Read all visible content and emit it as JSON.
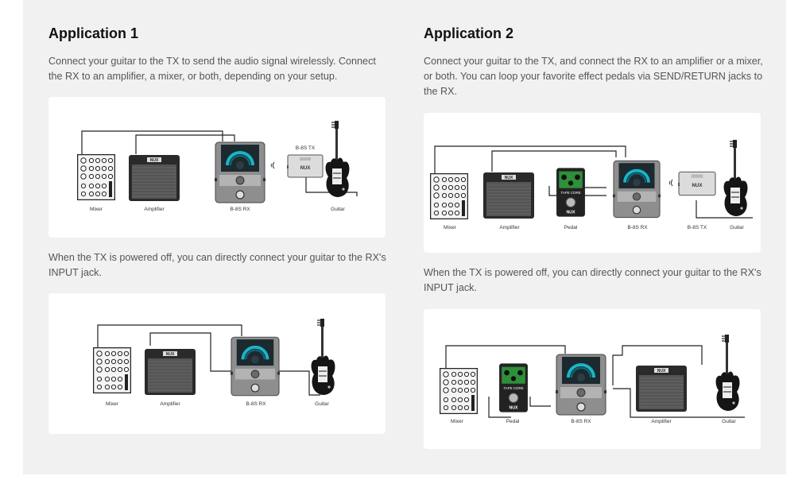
{
  "app1": {
    "title": "Application 1",
    "description": "Connect your guitar to the TX to send the audio signal wirelessly. Connect the RX to an amplifier, a mixer, or both, depending on your setup.",
    "note": "When the TX is powered off, you can directly connect your guitar to the RX's INPUT jack.",
    "diagram1": {
      "labels": {
        "mixer": "Mixer",
        "amplifier": "Amplifier",
        "rx": "B-8S RX",
        "guitar": "Guitar",
        "tx": "B-8S TX"
      }
    },
    "diagram2": {
      "labels": {
        "mixer": "Mixer",
        "amplifier": "Amplifier",
        "rx": "B-8S RX",
        "guitar": "Guitar"
      }
    }
  },
  "app2": {
    "title": "Application 2",
    "description": "Connect your guitar to the TX, and connect the RX to an amplifier or a mixer, or both. You can loop your favorite effect pedals via SEND/RETURN jacks to the RX.",
    "note": "When the TX is powered off, you can directly connect your guitar to the RX's INPUT jack.",
    "diagram1": {
      "labels": {
        "mixer": "Mixer",
        "amplifier": "Amplifier",
        "pedal": "Pedal",
        "rx": "B-8S RX",
        "tx": "B-8S TX",
        "guitar": "Guitar"
      }
    },
    "diagram2": {
      "labels": {
        "mixer": "Mixer",
        "pedal": "Pedal",
        "rx": "B-8S RX",
        "amplifier": "Amplifier",
        "guitar": "Guitar"
      }
    }
  },
  "brand_logo": "NUX",
  "pedal_name": "TAPE CORE"
}
